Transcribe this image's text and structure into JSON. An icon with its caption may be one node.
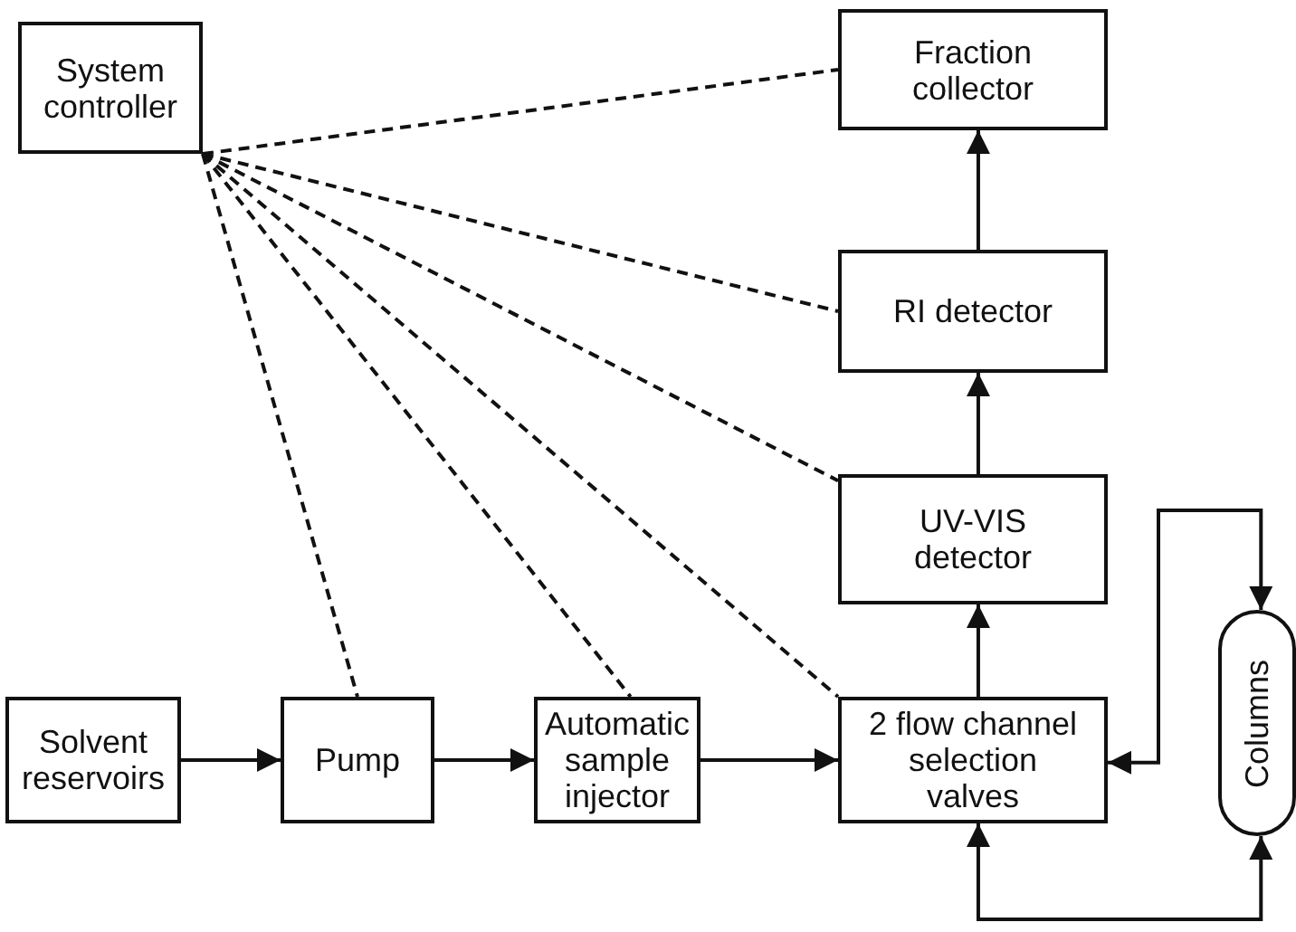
{
  "diagram": {
    "nodes": [
      {
        "text": [
          "System controller"
        ]
      },
      {
        "text": [
          "Fraction collector"
        ]
      },
      {
        "text": [
          "RI detector"
        ]
      },
      {
        "text": [
          "UV-VIS detector"
        ]
      },
      {
        "text": [
          "Solvent reservoirs"
        ]
      },
      {
        "text": [
          "Pump"
        ]
      },
      {
        "text": [
          "Automatic sample injector"
        ]
      },
      {
        "text": [
          "2 flow channel selection valves"
        ]
      },
      {
        "text": [
          "Columns"
        ]
      }
    ],
    "edges": [
      {
        "from": 0,
        "to": 1,
        "arrow": "none",
        "style": "dashed"
      },
      {
        "from": 0,
        "to": 2,
        "arrow": "none",
        "style": "dashed"
      },
      {
        "from": 0,
        "to": 3,
        "arrow": "none",
        "style": "dashed"
      },
      {
        "from": 0,
        "to": 7,
        "arrow": "none",
        "style": "dashed"
      },
      {
        "from": 0,
        "to": 6,
        "arrow": "none",
        "style": "dashed"
      },
      {
        "from": 0,
        "to": 5,
        "arrow": "none",
        "style": "dashed"
      },
      {
        "from": 4,
        "to": 5,
        "arrow": "to"
      },
      {
        "from": 5,
        "to": 6,
        "arrow": "to"
      },
      {
        "from": 6,
        "to": 7,
        "arrow": "to"
      },
      {
        "from": 7,
        "to": 3,
        "arrow": "to"
      },
      {
        "from": 3,
        "to": 2,
        "arrow": "to"
      },
      {
        "from": 2,
        "to": 1,
        "arrow": "to"
      },
      {
        "from": 7,
        "to": 8,
        "arrow": "both"
      },
      {
        "from": 8,
        "to": 7,
        "arrow": "both"
      }
    ]
  }
}
